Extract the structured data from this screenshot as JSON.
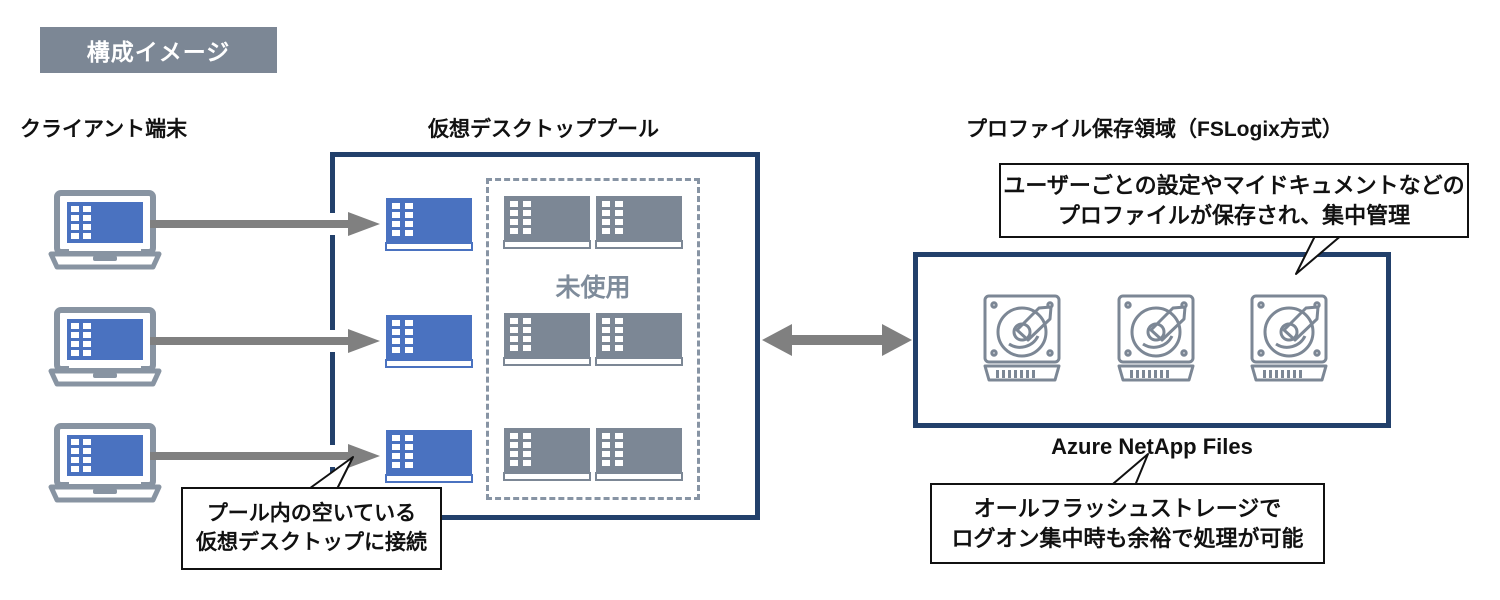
{
  "title_badge": {
    "label": "構成イメージ",
    "bg": "#7c8795",
    "text_color": "#ffffff"
  },
  "sections": {
    "client": "クライアント端末",
    "pool": "仮想デスクトッププール",
    "profile": "プロファイル保存領域（FSLogix方式）"
  },
  "pool": {
    "unused_label": "未使用",
    "border_color": "#22406b",
    "unused_border_color": "#8794a4",
    "active_vm_color": "#4a72c0",
    "unused_vm_color": "#7c8795",
    "active_vms": [
      {
        "name": "assigned-desktop-1"
      },
      {
        "name": "assigned-desktop-2"
      },
      {
        "name": "assigned-desktop-3"
      }
    ],
    "unused_vms": [
      {
        "name": "unused-desktop-1"
      },
      {
        "name": "unused-desktop-2"
      },
      {
        "name": "unused-desktop-3"
      },
      {
        "name": "unused-desktop-4"
      },
      {
        "name": "unused-desktop-5"
      },
      {
        "name": "unused-desktop-6"
      }
    ]
  },
  "clients": [
    {
      "name": "client-laptop-1"
    },
    {
      "name": "client-laptop-2"
    },
    {
      "name": "client-laptop-3"
    }
  ],
  "storage": {
    "product_label": "Azure NetApp Files",
    "border_color": "#22406b",
    "disk_color": "#7c8795",
    "disks": [
      {
        "name": "disk-1"
      },
      {
        "name": "disk-2"
      },
      {
        "name": "disk-3"
      }
    ]
  },
  "callouts": {
    "client": {
      "line1": "プール内の空いている",
      "line2": "仮想デスクトップに接続"
    },
    "profile": {
      "line1": "ユーザーごとの設定やマイドキュメントなどの",
      "line2": "プロファイルが保存され、集中管理"
    },
    "anf": {
      "line1": "オールフラッシュストレージで",
      "line2": "ログオン集中時も余裕で処理が可能"
    }
  },
  "arrows": {
    "color": "#808080",
    "connection_arrows": 3,
    "bidirectional": true
  }
}
